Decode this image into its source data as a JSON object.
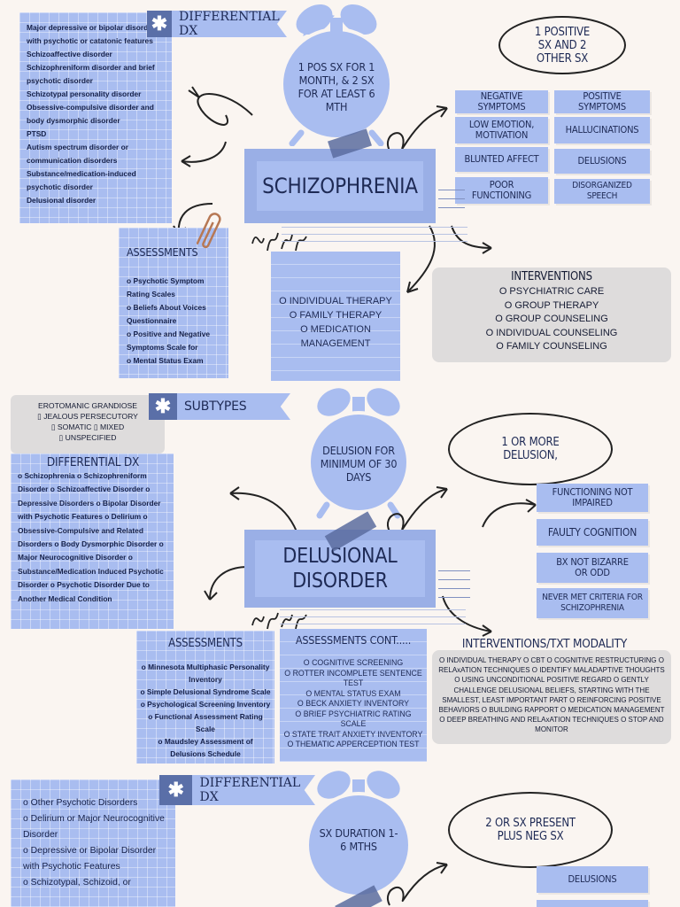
{
  "schizophrenia": {
    "title": "SCHIZOPHRENIA",
    "differential_label": "DIFFERENTIAL DX",
    "differential_items": [
      "Major depressive or bipolar disorder with psychotic or catatonic features",
      "Schizoaffective disorder",
      "Schizophreniform disorder and brief psychotic disorder",
      "Schizotypal personality disorder",
      "Obsessive-compulsive disorder and body dysmorphic disorder",
      "PTSD",
      "Autism spectrum disorder or communication disorders",
      "Substance/medication-induced psychotic disorder",
      "Delusional disorder"
    ],
    "clock_text": "1 POS SX FOR 1 MONTH, & 2 SX FOR AT LEAST 6 MTH",
    "criteria": "1 POSITIVE SX AND 2 OTHER SX",
    "negative_symptoms_label": "NEGATIVE SYMPTOMS",
    "negative_symptoms": [
      "LOW EMOTION, MOTIVATION",
      "BLUNTED AFFECT",
      "POOR FUNCTIONING"
    ],
    "positive_symptoms_label": "POSITIVE SYMPTOMS",
    "positive_symptoms": [
      "HALLUCINATIONS",
      "DELUSIONS",
      "DISORGANIZED SPEECH"
    ],
    "assessments_label": "ASSESSMENTS",
    "assessments": [
      "o Psychotic Symptom Rating Scales",
      "o Beliefs About Voices Questionnaire",
      "o Positive and Negative Symptoms Scale for",
      "o Mental Status Exam"
    ],
    "therapy_items": [
      "O INDIVIDUAL THERAPY",
      "O FAMILY THERAPY",
      "O MEDICATION MANAGEMENT"
    ],
    "interventions_label": "INTERVENTIONS",
    "interventions": [
      "O PSYCHIATRIC CARE",
      "O GROUP THERAPY",
      "O GROUP COUNSELING",
      "O INDIVIDUAL COUNSELING",
      "O FAMILY COUNSELING"
    ]
  },
  "delusional": {
    "title_line1": "DELUSIONAL",
    "title_line2": "DISORDER",
    "subtypes_label": "SUBTYPES",
    "subtypes_lines": [
      "EROTOMANIC  GRANDIOSE",
      "▯ JEALOUS  PERSECUTORY",
      "▯ SOMATIC ▯ MIXED",
      "▯ UNSPECIFIED"
    ],
    "differential_label": "DIFFERENTIAL DX",
    "differential_text": "o Schizophrenia o Schizophreniform Disorder o Schizoaffective Disorder o Depressive Disorders o Bipolar Disorder with Psychotic Features o Delirium o Obsessive-Compulsive and Related Disorders o Body Dysmorphic Disorder o Major Neurocognitive Disorder o Substance/Medication Induced Psychotic Disorder o Psychotic Disorder Due to Another Medical Condition",
    "clock_text": "DELUSION FOR MINIMUM OF 30 DAYS",
    "criteria": "1 OR MORE DELUSION,",
    "features": [
      "FUNCTIONING NOT IMPAIRED",
      "FAULTY COGNITION",
      "BX NOT BIZARRE OR ODD",
      "NEVER MET CRITERIA FOR SCHIZOPHRENIA"
    ],
    "assessments_label": "ASSESSMENTS",
    "assessments": [
      "o Minnesota Multiphasic Personality Inventory",
      "o Simple Delusional Syndrome Scale",
      "o Psychological Screening Inventory",
      "o Functional Assessment Rating Scale",
      "o Maudsley Assessment of Delusions Schedule"
    ],
    "assessments_cont_label": "ASSESSMENTS CONT.....",
    "assessments_cont": [
      "O COGNITIVE SCREENING",
      "O ROTTER INCOMPLETE SENTENCE TEST",
      "O MENTAL STATUS EXAM",
      "O BECK ANXIETY INVENTORY",
      "O BRIEF PSYCHIATRIC RATING SCALE",
      "O STATE TRAIT ANXIETY INVENTORY",
      "O THEMATIC APPERCEPTION TEST"
    ],
    "interventions_label": "INTERVENTIONS/TXT MODALITY",
    "interventions_text": "O INDIVIDUAL THERAPY O CBT O COGNITIVE RESTRUCTURING O RELAxATION TECHNIQUES O IDENTIFY MALADAPTIVE THOUGHTS  O USING UNCONDITIONAL POSITIVE REGARD O GENTLY  CHALLENGE  DELUSIONAL BELIEFS, STARTING WITH THE SMALLEST, LEAST IMPORTANT PART O REINFORCING POSITIVE BEHAVIORS O BUILDING RAPPORT O MEDICATION MANAGEMENT O DEEP BREATHING AND RELAxATION TECHNIQUES O STOP AND MONITOR"
  },
  "third": {
    "differential_label": "DIFFERENTIAL DX",
    "differential_items": [
      "o Other Psychotic Disorders",
      "o Delirium or Major Neurocognitive Disorder",
      "o Depressive or Bipolar Disorder with Psychotic Features",
      "o Schizotypal, Schizoid, or"
    ],
    "clock_text": "SX DURATION 1-6 MTHS",
    "criteria": "2 OR SX PRESENT PLUS NEG SX",
    "features": [
      "DELUSIONS"
    ]
  },
  "colors": {
    "box": "#a9bdf0",
    "dark": "#5a6fa8",
    "bg": "#faf5f1",
    "gray": "#dedcdc",
    "text": "#1e2a55"
  },
  "icons": {
    "ribbon": "asterisk-icon",
    "clock": "alarm-clock-icon",
    "clip": "paperclip-icon",
    "arrow": "curly-arrow-icon"
  }
}
